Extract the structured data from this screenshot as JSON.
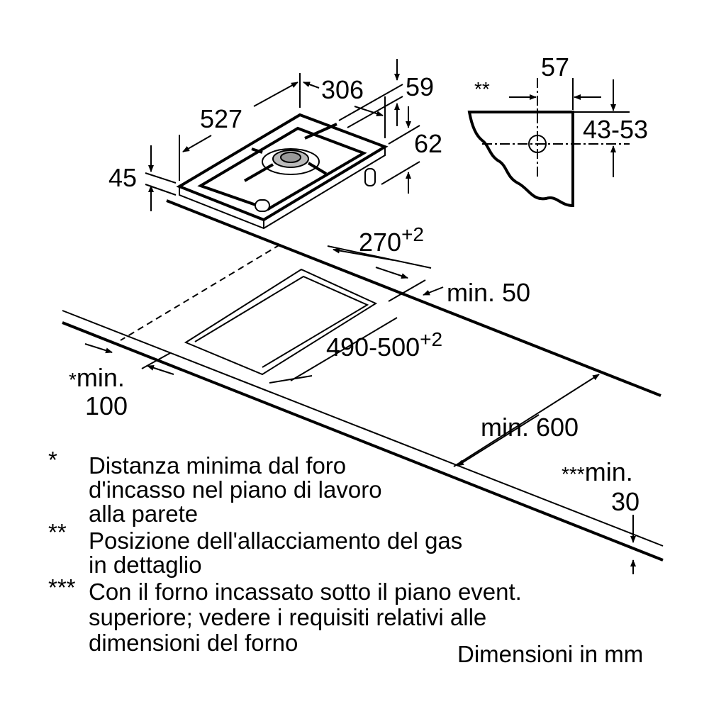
{
  "hob_dimensions": {
    "width": "527",
    "depth": "306",
    "d59": "59",
    "d62": "62",
    "height": "45"
  },
  "gas_detail": {
    "marker": "**",
    "d57": "57",
    "range": "43-53"
  },
  "cutout": {
    "depth": "270",
    "depth_tol": "+2",
    "width": "490-500",
    "width_tol": "+2",
    "back_min": "min. 50",
    "side_marker": "*",
    "side_min": "min.",
    "side_value": "100",
    "wall_min": "min. 600",
    "oven_marker": "***",
    "oven_min": "min.",
    "oven_value": "30"
  },
  "legend": [
    {
      "marker": "*",
      "lines": [
        "Distanza minima dal foro",
        "d'incasso nel piano di lavoro",
        "alla parete"
      ]
    },
    {
      "marker": "**",
      "lines": [
        "Posizione dell'allacciamento del gas",
        "in dettaglio"
      ]
    },
    {
      "marker": "***",
      "lines": [
        "Con il forno incassato sotto il piano event.",
        "superiore; vedere i requisiti relativi alle",
        "dimensioni del forno"
      ]
    }
  ],
  "units_note": "Dimensioni in mm"
}
